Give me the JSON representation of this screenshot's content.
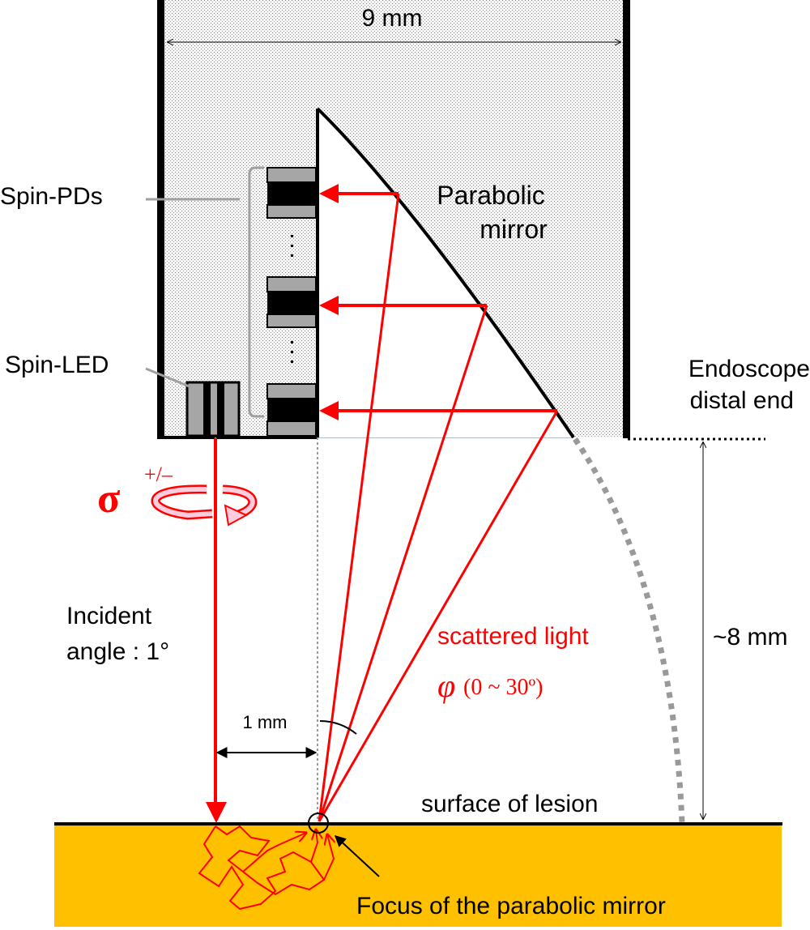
{
  "labels": {
    "width_dim": "9 mm",
    "spin_pds": "Spin-PDs",
    "spin_led": "Spin-LED",
    "parabolic_line1": "Parabolic",
    "parabolic_line2": "mirror",
    "endoscope_line1": "Endoscope",
    "endoscope_line2": "distal end",
    "sigma": "σ",
    "sigma_sup": "+/–",
    "incident_line1": "Incident",
    "incident_line2": "angle :  1°",
    "scattered": "scattered light",
    "phi": "φ",
    "phi_range": "(0 ~ 30º)",
    "depth_dim": "~8 mm",
    "one_mm": "1 mm",
    "surface": "surface of lesion",
    "focus": "Focus of the parabolic mirror"
  },
  "colors": {
    "light": "#ff0000",
    "tissue": "#ffc000",
    "body": "#000000",
    "circular_arrow_fill": "#ffccdd",
    "guide_gray": "#999999"
  }
}
